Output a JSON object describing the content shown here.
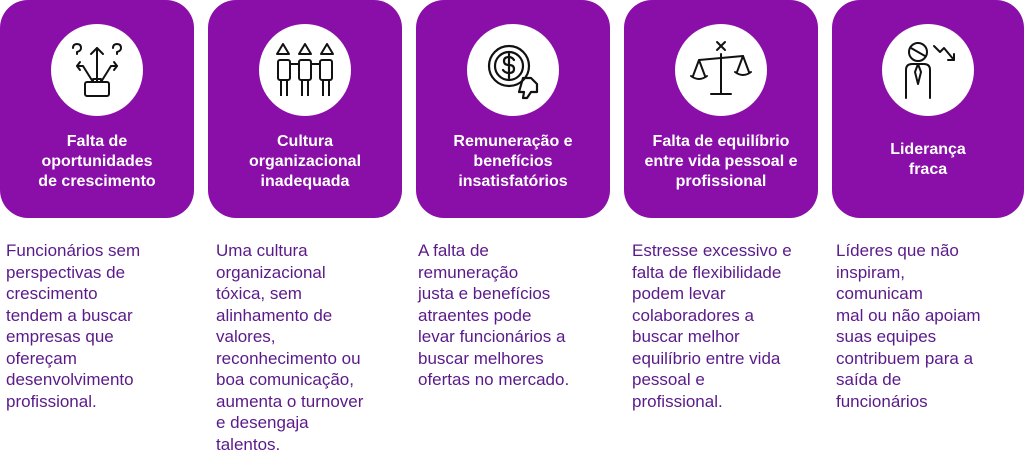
{
  "theme": {
    "purple": "#8a0ea8",
    "text_purple": "#5a1a8a"
  },
  "cards": [
    {
      "icon": "growth-arrows-briefcase-icon",
      "title": "Falta de\noportunidades\nde crescimento",
      "description": "Funcionários sem\nperspectivas de\ncrescimento\ntendem a buscar\nempresas que\nofereçam\ndesenvolvimento\nprofissional."
    },
    {
      "icon": "team-warning-icon",
      "title": "Cultura\norganizacional\ninadequada",
      "description": "Uma cultura\norganizacional\ntóxica, sem\nalinhamento de\nvalores,\nreconhecimento ou\nboa comunicação,\naumenta o turnover\ne desengaja\ntalentos."
    },
    {
      "icon": "money-thumbs-down-icon",
      "title": "Remuneração e\nbenefícios\ninsatisfatórios",
      "description": "A falta de\nremuneração\njusta e benefícios\natraentes pode\nlevar funcionários a\nbuscar melhores\nofertas no mercado."
    },
    {
      "icon": "unbalanced-scale-icon",
      "title": "Falta de equilíbrio\nentre vida pessoal e\nprofissional",
      "description": "Estresse excessivo e\nfalta de flexibilidade\npodem levar\ncolaboradores a\nbuscar melhor\nequilíbrio entre vida\npessoal e\nprofissional."
    },
    {
      "icon": "leader-decline-icon",
      "title": "Liderança\nfraca",
      "description": "Líderes que não\ninspiram,\ncomunicam\nmal ou não apoiam\nsuas equipes\ncontribuem para a\nsaída de\nfuncionários"
    }
  ]
}
